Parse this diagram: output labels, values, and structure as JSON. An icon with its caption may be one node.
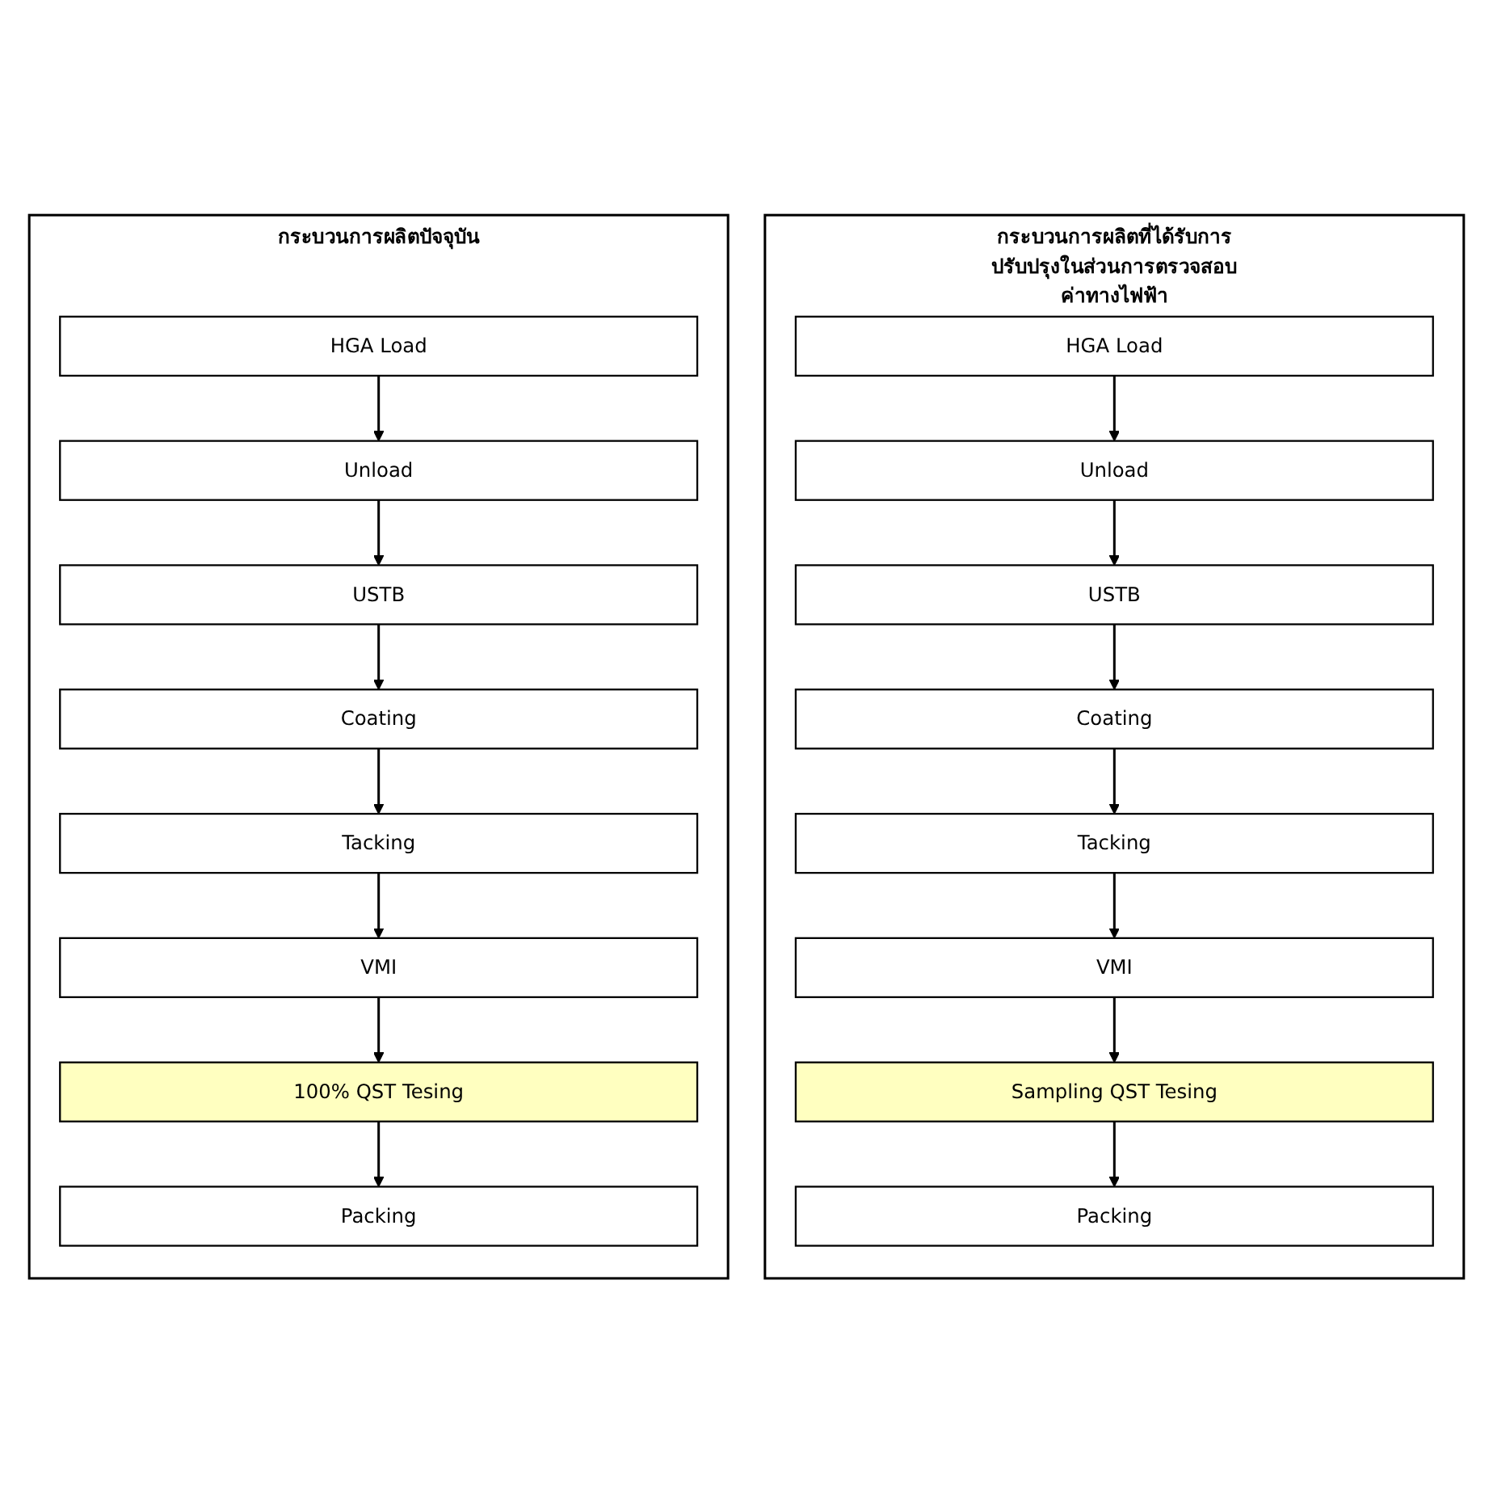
{
  "diagram": {
    "nodes": [
      {
        "text": [
          "กระบวนการผลิตปัจจุบัน"
        ]
      },
      {
        "text": [
          "HGA Load"
        ],
        "in": 0
      },
      {
        "text": [
          "Unload"
        ],
        "in": 0
      },
      {
        "text": [
          "USTB"
        ],
        "in": 0
      },
      {
        "text": [
          "Coating"
        ],
        "in": 0
      },
      {
        "text": [
          "Tacking"
        ],
        "in": 0
      },
      {
        "text": [
          "VMI"
        ],
        "in": 0
      },
      {
        "text": [
          "100% QST Tesing"
        ],
        "in": 0
      },
      {
        "text": [
          "Packing"
        ],
        "in": 0
      },
      {
        "text": [
          "กระบวนการผลิตที่ได้รับการปรับปรุงในส่วนการตรวจสอบค่าทางไฟฟ้า"
        ]
      },
      {
        "text": [
          "HGA Load"
        ],
        "in": 9
      },
      {
        "text": [
          "Unload"
        ],
        "in": 9
      },
      {
        "text": [
          "USTB"
        ],
        "in": 9
      },
      {
        "text": [
          "Coating"
        ],
        "in": 9
      },
      {
        "text": [
          "Tacking"
        ],
        "in": 9
      },
      {
        "text": [
          "VMI"
        ],
        "in": 9
      },
      {
        "text": [
          "Sampling QST Tesing"
        ],
        "in": 9
      },
      {
        "text": [
          "Packing"
        ],
        "in": 9
      }
    ],
    "edges": [
      {
        "from": 1,
        "to": 2,
        "arrow": "to"
      },
      {
        "from": 2,
        "to": 3,
        "arrow": "to"
      },
      {
        "from": 3,
        "to": 4,
        "arrow": "to"
      },
      {
        "from": 4,
        "to": 5,
        "arrow": "to"
      },
      {
        "from": 5,
        "to": 6,
        "arrow": "to"
      },
      {
        "from": 6,
        "to": 7,
        "arrow": "to"
      },
      {
        "from": 7,
        "to": 8,
        "arrow": "to"
      },
      {
        "from": 10,
        "to": 11,
        "arrow": "to"
      },
      {
        "from": 11,
        "to": 12,
        "arrow": "to"
      },
      {
        "from": 12,
        "to": 13,
        "arrow": "to"
      },
      {
        "from": 13,
        "to": 14,
        "arrow": "to"
      },
      {
        "from": 14,
        "to": 15,
        "arrow": "to"
      },
      {
        "from": 15,
        "to": 16,
        "arrow": "to"
      },
      {
        "from": 16,
        "to": 17,
        "arrow": "to"
      }
    ]
  }
}
